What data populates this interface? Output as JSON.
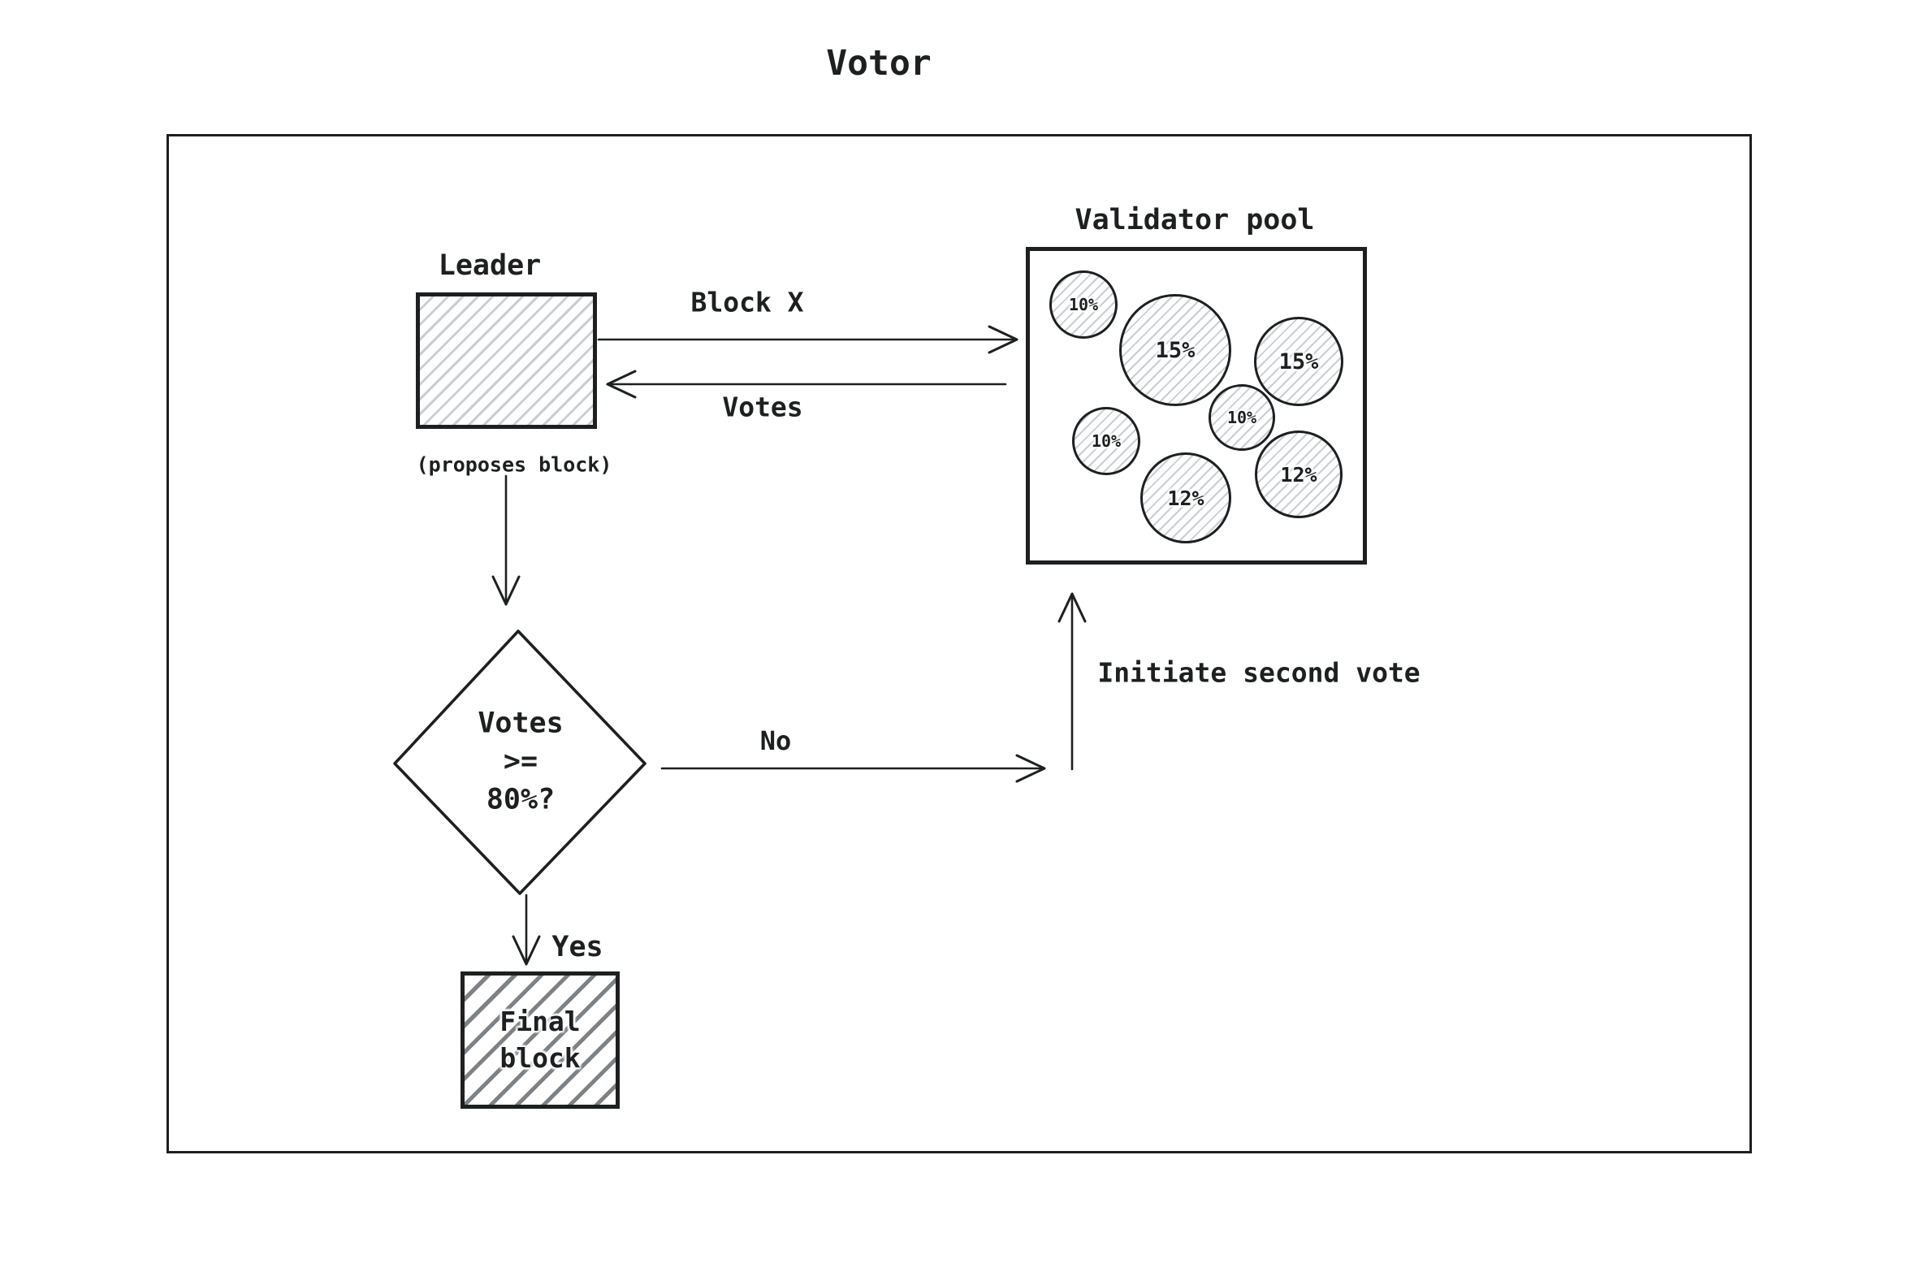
{
  "diagram": {
    "title": "Votor",
    "leader": {
      "label": "Leader",
      "sublabel": "(proposes block)"
    },
    "messages": {
      "block_x": "Block X",
      "votes": "Votes"
    },
    "decision": {
      "line1": "Votes",
      "line2": ">=",
      "line3": "80%?"
    },
    "branches": {
      "no": "No",
      "yes": "Yes",
      "initiate_second_vote": "Initiate second vote"
    },
    "final_block": {
      "line1": "Final",
      "line2": "block"
    },
    "validator_pool": {
      "label": "Validator pool",
      "validators": [
        {
          "stake": "10%"
        },
        {
          "stake": "15%"
        },
        {
          "stake": "15%"
        },
        {
          "stake": "10%"
        },
        {
          "stake": "10%"
        },
        {
          "stake": "12%"
        },
        {
          "stake": "12%"
        }
      ]
    },
    "colors": {
      "stroke": "#1d1f20",
      "hatch_light": "#c9ced3",
      "hatch_dark": "#7d8286",
      "background": "#ffffff"
    }
  }
}
